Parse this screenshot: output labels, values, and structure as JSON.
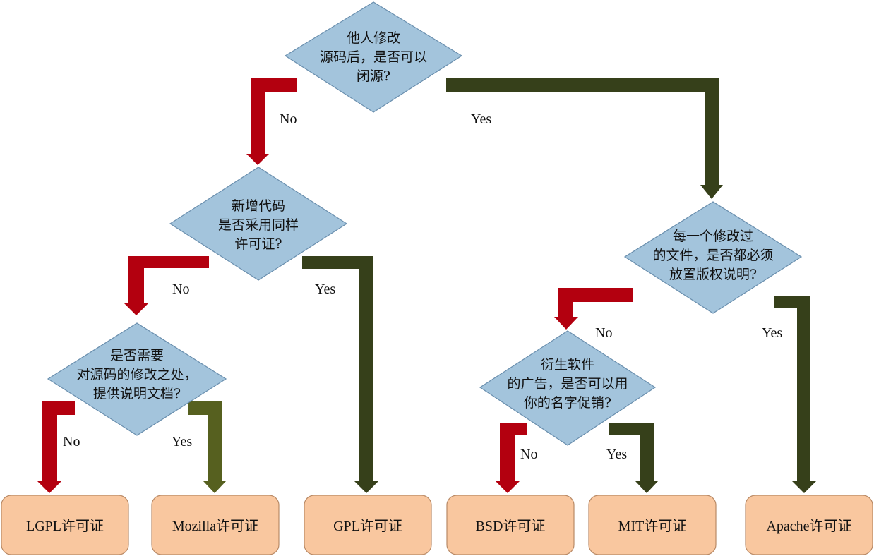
{
  "questions": {
    "q1": [
      "他人修改",
      "源码后，是否可以",
      "闭源?"
    ],
    "q2": [
      "新增代码",
      "是否采用同样",
      "许可证?"
    ],
    "q3": [
      "是否需要",
      "对源码的修改之处，",
      "提供说明文档?"
    ],
    "q4": [
      "每一个修改过",
      "的文件，是否都必须",
      "放置版权说明?"
    ],
    "q5": [
      "衍生软件",
      "的广告，是否可以用",
      "你的名字促销?"
    ]
  },
  "branch_labels": {
    "q1_no": "No",
    "q1_yes": "Yes",
    "q2_no": "No",
    "q2_yes": "Yes",
    "q3_no": "No",
    "q3_yes": "Yes",
    "q4_no": "No",
    "q4_yes": "Yes",
    "q5_no": "No",
    "q5_yes": "Yes"
  },
  "licenses": {
    "lgpl": "LGPL许可证",
    "mozilla": "Mozilla许可证",
    "gpl": "GPL许可证",
    "bsd": "BSD许可证",
    "mit": "MIT许可证",
    "apache": "Apache许可证"
  },
  "colors": {
    "no_arrow": "#b3000f",
    "yes_arrow_dark": "#36401a",
    "yes_arrow_olive": "#56601f",
    "diamond_fill": "#a3c4dc",
    "leaf_fill": "#f9c79f"
  }
}
